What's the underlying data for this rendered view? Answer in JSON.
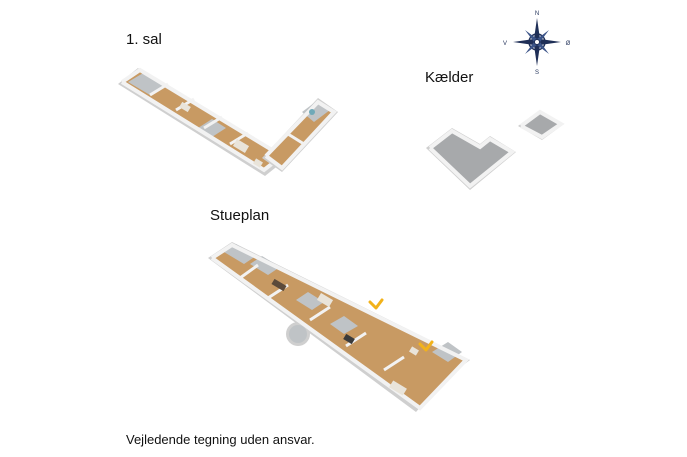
{
  "floors": {
    "first": {
      "label": "1. sal"
    },
    "basement": {
      "label": "Kælder"
    },
    "ground": {
      "label": "Stueplan"
    }
  },
  "compass": {
    "north": "N",
    "south": "S",
    "east": "Ø",
    "west": "V",
    "color": "#1f2f57"
  },
  "disclaimer": "Vejledende tegning uden ansvar.",
  "colors": {
    "wall": "#f2f2f2",
    "wall_shadow": "#cfcfcf",
    "wood_floor": "#c89a63",
    "tile_floor": "#bfc3c6",
    "basement_floor": "#a7a9ab",
    "marker": "#f2b21a"
  }
}
